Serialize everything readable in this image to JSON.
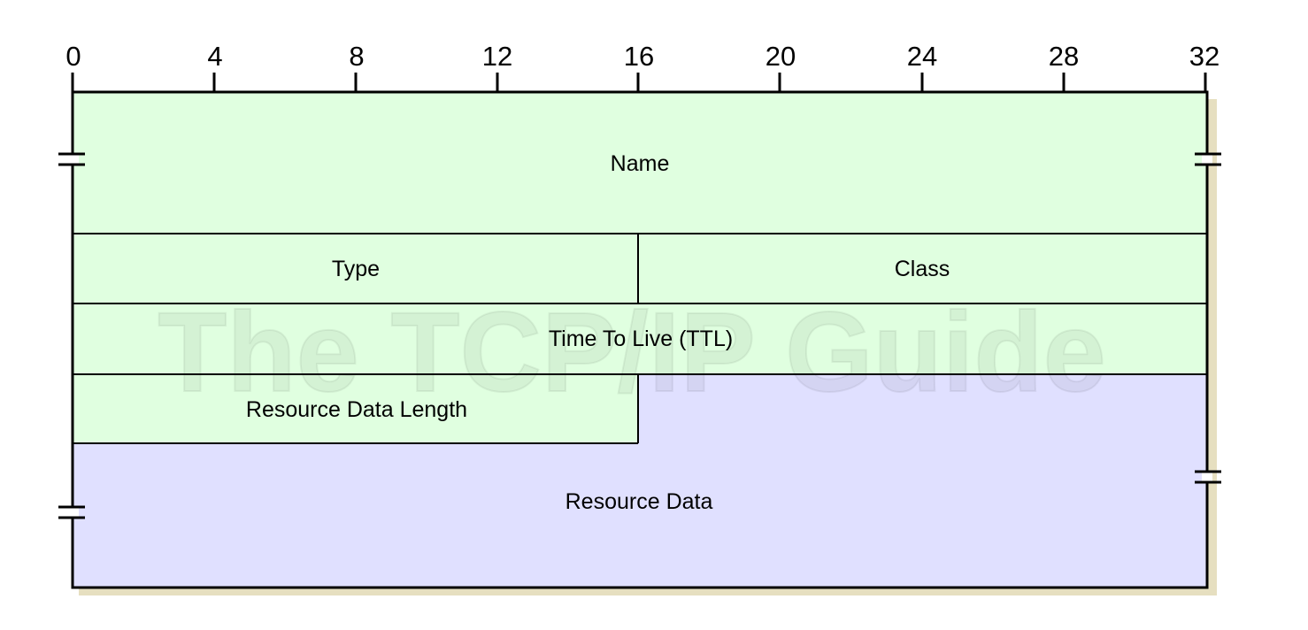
{
  "ruler": {
    "ticks": [
      "0",
      "4",
      "8",
      "12",
      "16",
      "20",
      "24",
      "28",
      "32"
    ]
  },
  "fields": {
    "name": "Name",
    "type": "Type",
    "class": "Class",
    "ttl": "Time To Live (TTL)",
    "rdlength": "Resource Data Length",
    "rdata": "Resource Data"
  },
  "watermark": "The TCP/IP Guide",
  "colors": {
    "header_fill": "#e0ffe0",
    "data_fill": "#e0e0ff",
    "shadow": "#e6dfc0",
    "border": "#000000"
  }
}
